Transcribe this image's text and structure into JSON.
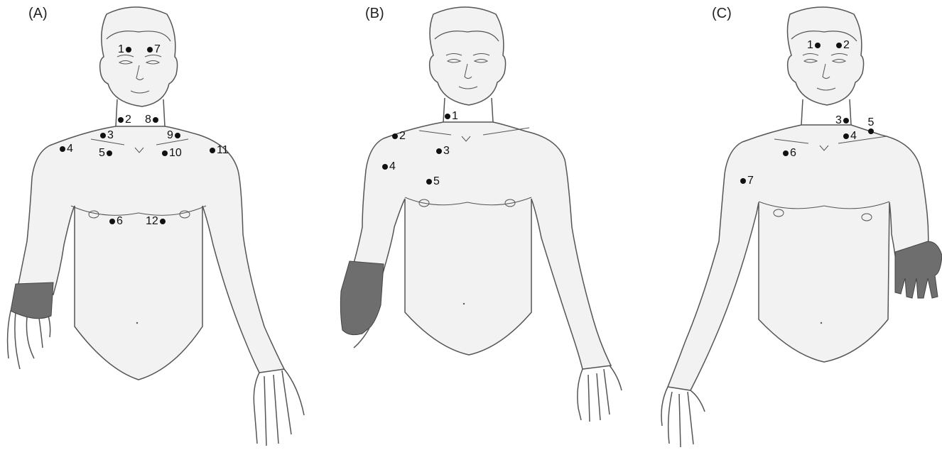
{
  "panels": [
    {
      "label": "(A)",
      "points": [
        "1",
        "7",
        "2",
        "8",
        "3",
        "9",
        "4",
        "5",
        "10",
        "11",
        "6",
        "12"
      ]
    },
    {
      "label": "(B)",
      "points": [
        "1",
        "2",
        "3",
        "4",
        "5"
      ]
    },
    {
      "label": "(C)",
      "points": [
        "1",
        "2",
        "3",
        "5",
        "4",
        "6",
        "7"
      ]
    }
  ],
  "colors": {
    "body_fill": "#f2f2f2",
    "outline": "#555555",
    "shade": "#6e6e6e",
    "dot": "#111111"
  }
}
